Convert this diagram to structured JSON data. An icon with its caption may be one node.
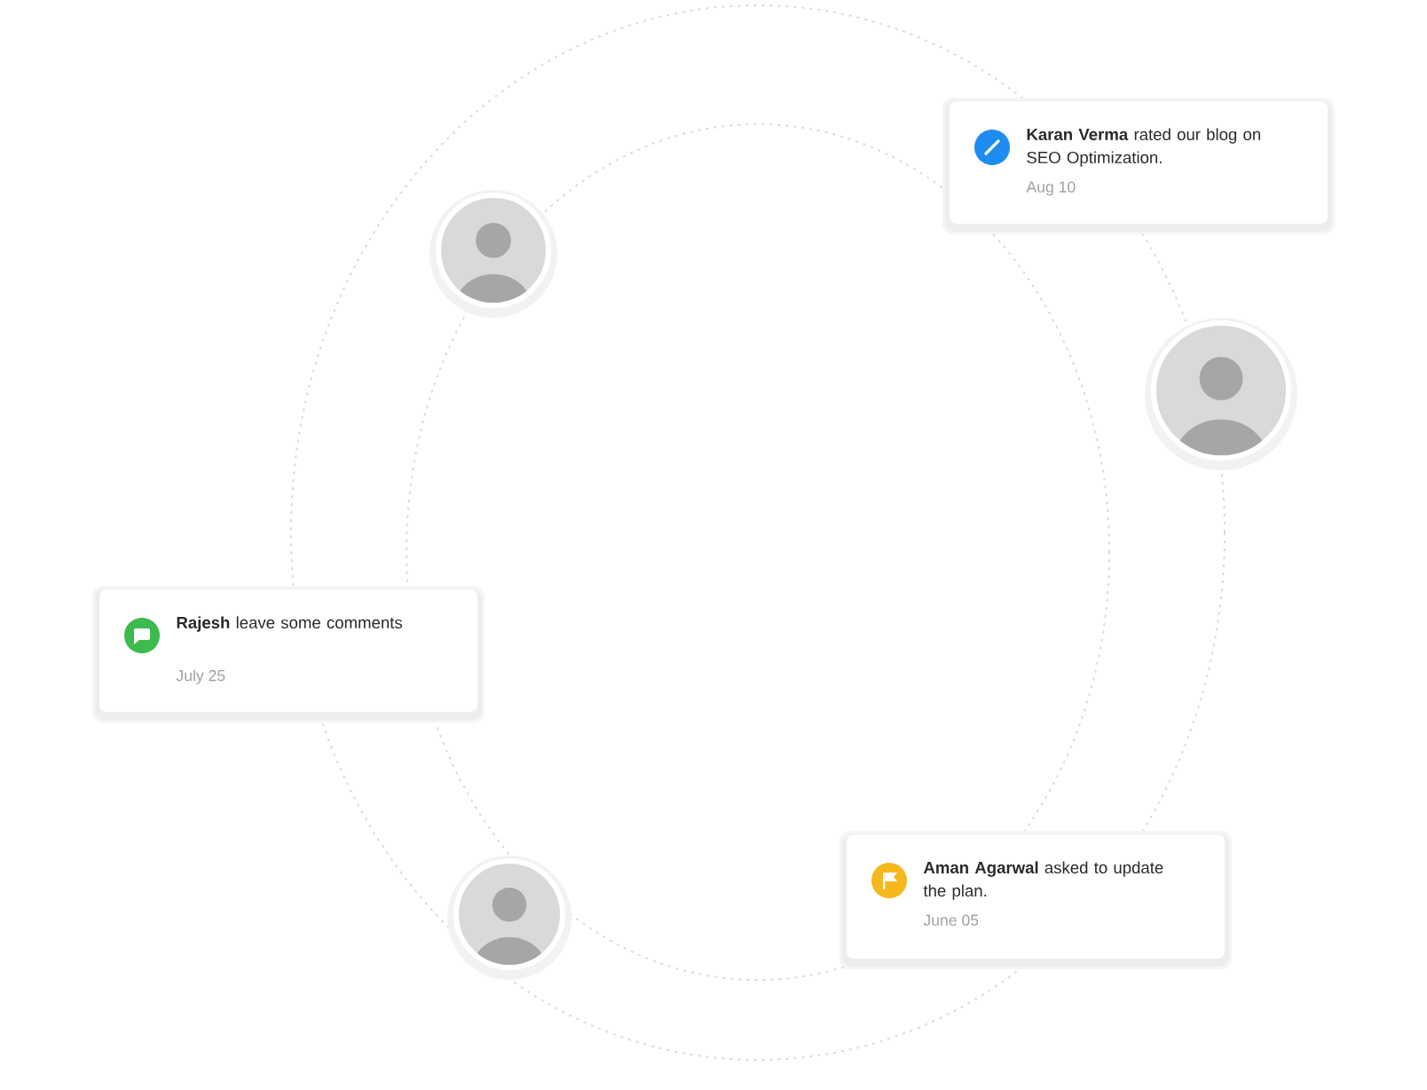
{
  "diagram": {
    "nodes": [
      {
        "text": [],
        "shape": "person"
      },
      {
        "text": [
          "**Karan Verma** rated our blog on SEO Optimization.",
          "Aug 10"
        ]
      },
      {
        "text": [],
        "shape": "person"
      },
      {
        "text": [
          "**Rajesh** leave some comments",
          "July 25"
        ]
      },
      {
        "text": [],
        "shape": "person"
      },
      {
        "text": [
          "**Aman Agarwal** asked to update the plan.",
          "June 05"
        ]
      }
    ]
  }
}
